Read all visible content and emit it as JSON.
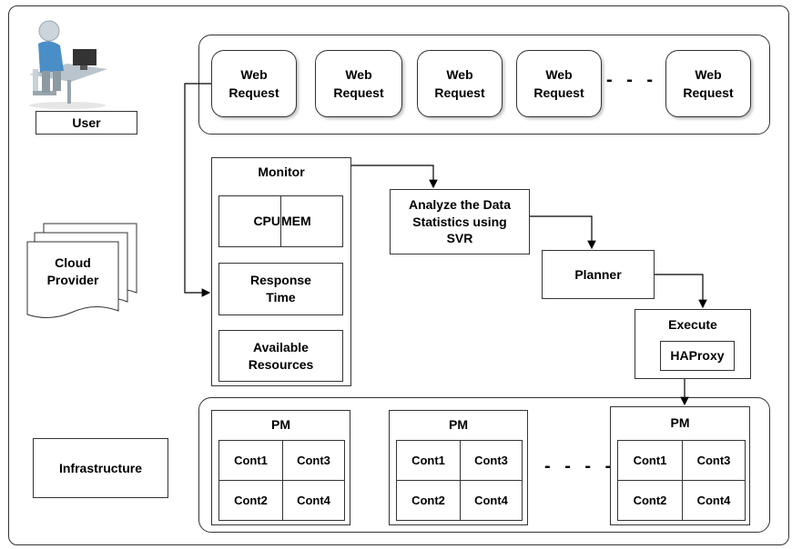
{
  "user_label": "User",
  "cloud_provider_label": "Cloud\nProvider",
  "infrastructure_label": "Infrastructure",
  "web_requests": [
    "Web\nRequest",
    "Web\nRequest",
    "Web\nRequest",
    "Web\nRequest",
    "Web\nRequest"
  ],
  "ellipsis": "- - - -",
  "monitor": {
    "title": "Monitor",
    "cpu": "CPU",
    "mem": "MEM",
    "response_time": "Response\nTime",
    "available_resources": "Available\nResources"
  },
  "analyze_label": "Analyze the Data\nStatistics using\nSVR",
  "planner_label": "Planner",
  "execute": {
    "title": "Execute",
    "haproxy": "HAProxy"
  },
  "pms": [
    {
      "title": "PM",
      "cells": [
        "Cont1",
        "Cont3",
        "Cont2",
        "Cont4"
      ]
    },
    {
      "title": "PM",
      "cells": [
        "Cont1",
        "Cont3",
        "Cont2",
        "Cont4"
      ]
    },
    {
      "title": "PM",
      "cells": [
        "Cont1",
        "Cont3",
        "Cont2",
        "Cont4"
      ]
    }
  ]
}
